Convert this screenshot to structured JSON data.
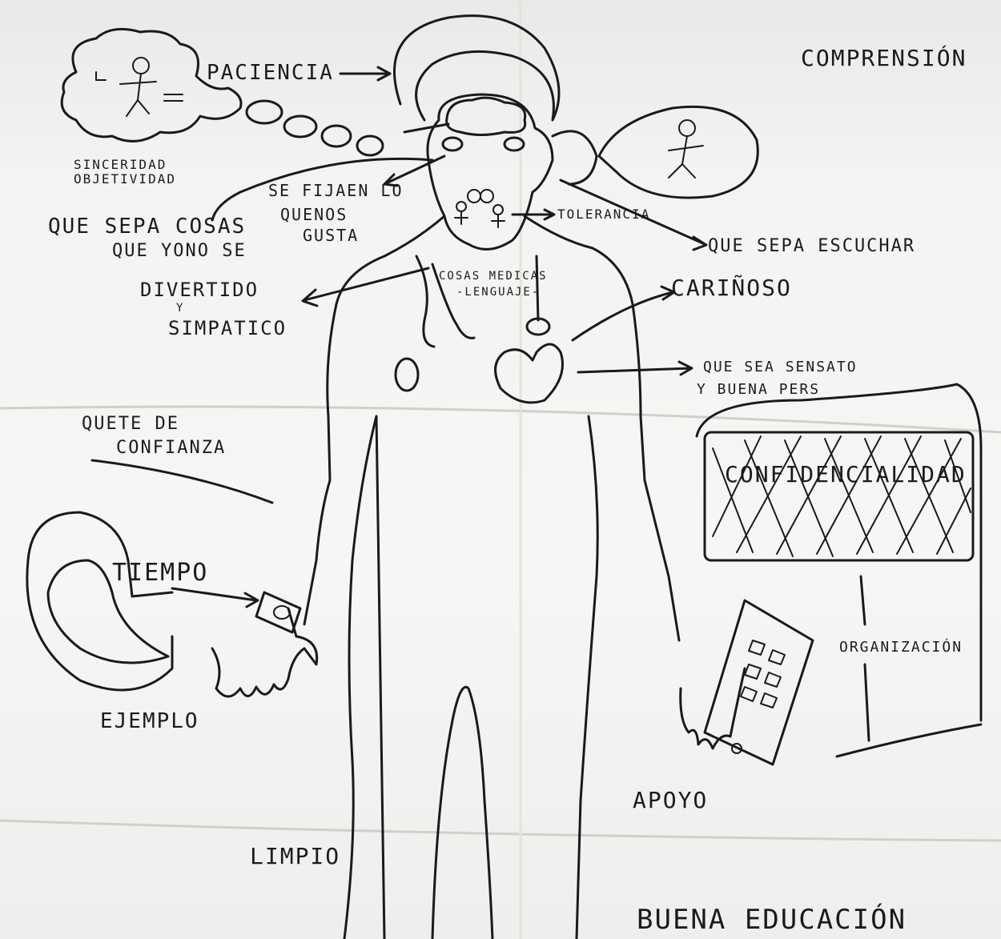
{
  "labels": {
    "paciencia": "PACIENCIA",
    "comprension": "COMPRENSIÓN",
    "sinceridad": "SINCERIDAD",
    "objetividad": "OBJETIVIDAD",
    "se_fijan_en_lo": "SE FIJAEN LO",
    "que_no_gusta": "QUENOS",
    "gusta": "GUSTA",
    "que_sepa_cosas": "QUE SEPA COSAS",
    "que_yo_no_se": "QUE YONO SE",
    "tolerancia": "TOLERANCIA",
    "que_sepa_escuchar": "QUE SEPA ESCUCHAR",
    "divertido": "DIVERTIDO",
    "y": "Y",
    "simpatico": "SIMPATICO",
    "cosas_medicas": "COSAS MEDICAS",
    "lenguaje": "-LENGUAJE-",
    "carinoso": "CARIÑOSO",
    "que_sea_sensato": "QUE SEA SENSATO",
    "y_buena_persona": "Y BUENA PERS",
    "que_te_de_confianza": "QUETE DE",
    "confianza": "CONFIANZA",
    "confidencialidad": "CONFIDENCIALIDAD",
    "tiempo": "TIEMPO",
    "ejemplo": "EJEMPLO",
    "organizacion": "ORGANIZACIÓN",
    "apoyo": "APOYO",
    "limpio": "LIMPIO",
    "buena_educacion": "BUENA EDUCACIÓN"
  },
  "icons": [
    "stick-figure-icon",
    "brain-icon",
    "halo-icon",
    "stethoscope-icon",
    "heart-icon",
    "watch-icon",
    "clock-icon",
    "calculator-icon",
    "filing-cabinet-icon",
    "speech-bubble-icon"
  ]
}
